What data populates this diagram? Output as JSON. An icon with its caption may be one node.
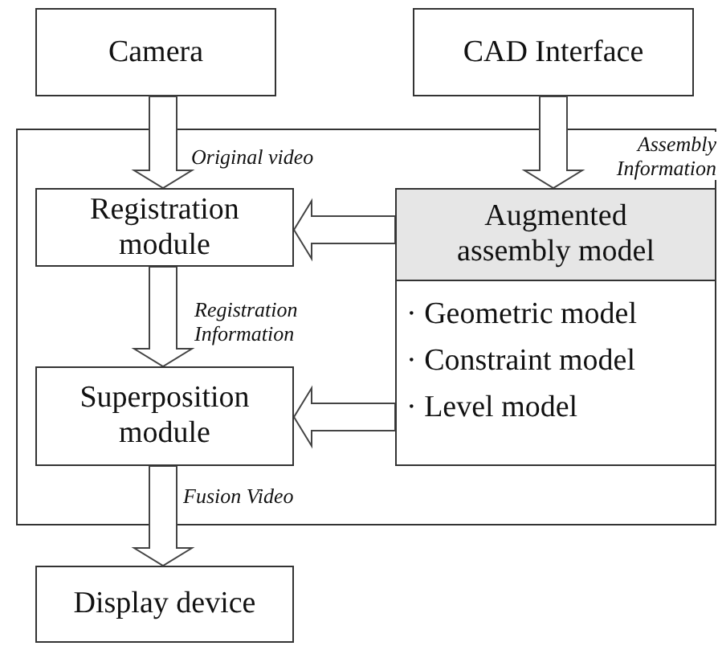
{
  "diagram": {
    "nodes": [
      {
        "text": [
          "Camera"
        ]
      },
      {
        "text": [
          "CAD Interface"
        ]
      },
      {
        "text": [],
        "shape": "box"
      },
      {
        "text": [
          "Registration module"
        ],
        "in": 2
      },
      {
        "text": [
          "Augmented assembly model",
          "· Geometric model",
          "· Constraint model",
          "· Level model"
        ],
        "in": 2
      },
      {
        "text": [
          "Superposition module"
        ],
        "in": 2
      },
      {
        "text": [
          "Display device"
        ]
      }
    ],
    "edges": [
      {
        "from": 0,
        "to": 3,
        "arrow": "to",
        "label": "Original video"
      },
      {
        "from": 1,
        "to": 4,
        "arrow": "to",
        "label": "Assembly Information"
      },
      {
        "from": 4,
        "to": 3,
        "arrow": "to"
      },
      {
        "from": 3,
        "to": 5,
        "arrow": "to",
        "label": "Registration Information"
      },
      {
        "from": 4,
        "to": 5,
        "arrow": "to"
      },
      {
        "from": 5,
        "to": 6,
        "arrow": "to",
        "label": "Fusion Video"
      }
    ]
  }
}
